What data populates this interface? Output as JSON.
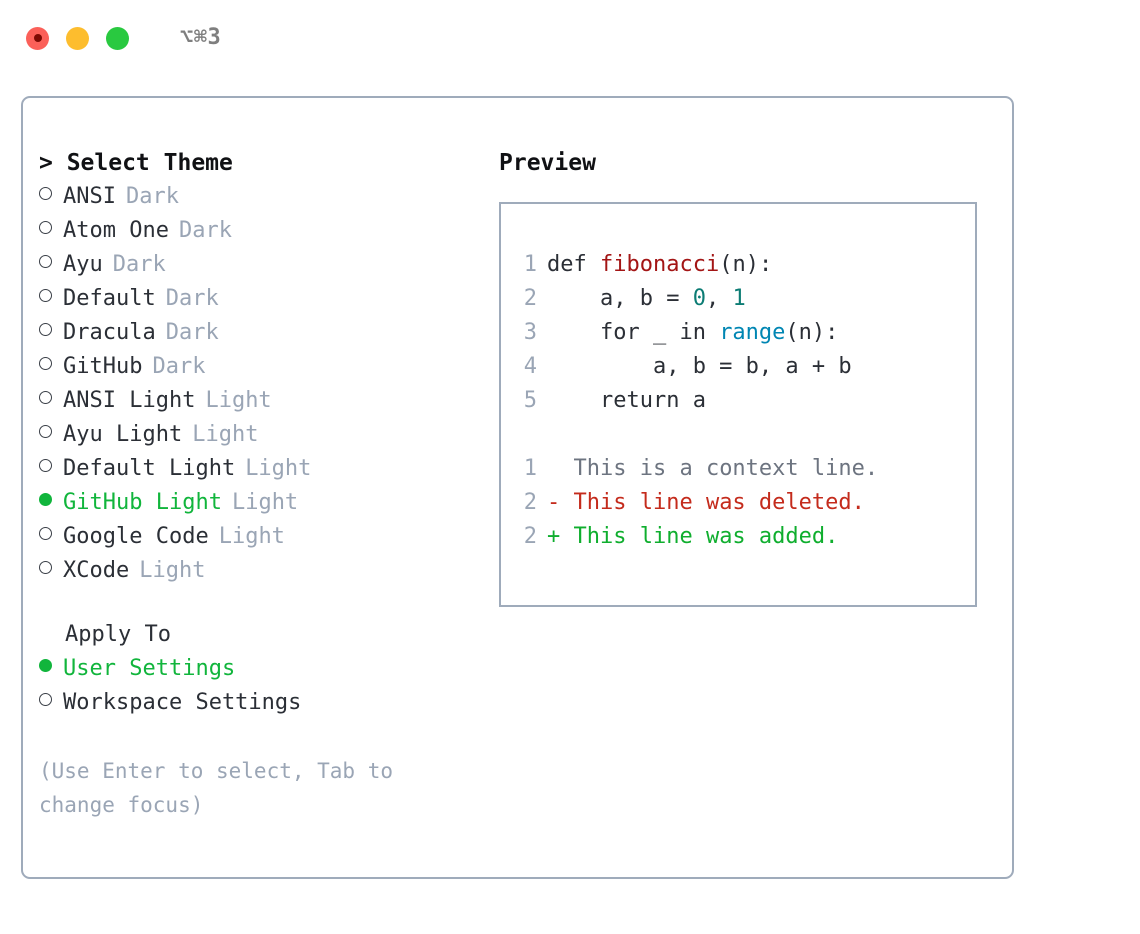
{
  "titlebar": {
    "shortcut": "⌥⌘3",
    "lights": [
      "close-red",
      "minimize-yellow",
      "zoom-green"
    ]
  },
  "theme_picker": {
    "header": "> Select Theme",
    "options": [
      {
        "name": "ANSI",
        "tag": "Dark",
        "selected": false
      },
      {
        "name": "Atom One",
        "tag": "Dark",
        "selected": false
      },
      {
        "name": "Ayu",
        "tag": "Dark",
        "selected": false
      },
      {
        "name": "Default",
        "tag": "Dark",
        "selected": false
      },
      {
        "name": "Dracula",
        "tag": "Dark",
        "selected": false
      },
      {
        "name": "GitHub",
        "tag": "Dark",
        "selected": false
      },
      {
        "name": "ANSI Light",
        "tag": "Light",
        "selected": false
      },
      {
        "name": "Ayu Light",
        "tag": "Light",
        "selected": false
      },
      {
        "name": "Default Light",
        "tag": "Light",
        "selected": false
      },
      {
        "name": "GitHub Light",
        "tag": "Light",
        "selected": true
      },
      {
        "name": "Google Code",
        "tag": "Light",
        "selected": false
      },
      {
        "name": "XCode",
        "tag": "Light",
        "selected": false
      }
    ]
  },
  "apply_to": {
    "title": "Apply To",
    "options": [
      {
        "name": "User Settings",
        "selected": true
      },
      {
        "name": "Workspace Settings",
        "selected": false
      }
    ]
  },
  "hint": "(Use Enter to select, Tab to change focus)",
  "preview": {
    "title": "Preview",
    "code_lines": [
      {
        "lineno": "1",
        "tokens": [
          {
            "text": "def ",
            "kind": "plain"
          },
          {
            "text": "fibonacci",
            "kind": "fn"
          },
          {
            "text": "(n):",
            "kind": "plain"
          }
        ]
      },
      {
        "lineno": "2",
        "tokens": [
          {
            "text": "    a, b = ",
            "kind": "plain"
          },
          {
            "text": "0",
            "kind": "num"
          },
          {
            "text": ", ",
            "kind": "plain"
          },
          {
            "text": "1",
            "kind": "num"
          }
        ]
      },
      {
        "lineno": "3",
        "tokens": [
          {
            "text": "    for _ in ",
            "kind": "plain"
          },
          {
            "text": "range",
            "kind": "call"
          },
          {
            "text": "(n):",
            "kind": "plain"
          }
        ]
      },
      {
        "lineno": "4",
        "tokens": [
          {
            "text": "        a, b = b, a + b",
            "kind": "plain"
          }
        ]
      },
      {
        "lineno": "5",
        "tokens": [
          {
            "text": "    return a",
            "kind": "plain"
          }
        ]
      }
    ],
    "diff_lines": [
      {
        "lineno": "1",
        "marker": " ",
        "text": "This is a context line.",
        "kind": "ctx"
      },
      {
        "lineno": "2",
        "marker": "-",
        "text": "This line was deleted.",
        "kind": "del"
      },
      {
        "lineno": "2",
        "marker": "+",
        "text": "This line was added.",
        "kind": "add"
      }
    ]
  },
  "colors": {
    "accent_green": "#11b53c",
    "border": "#9fabbb",
    "muted": "#9aa5b5",
    "text": "#2b2f36",
    "syntax_function": "#a31515",
    "syntax_number": "#0c7c74",
    "syntax_call": "#0086b3",
    "diff_added": "#0fae2e",
    "diff_deleted": "#c42b1c",
    "diff_context": "#6d7480"
  }
}
